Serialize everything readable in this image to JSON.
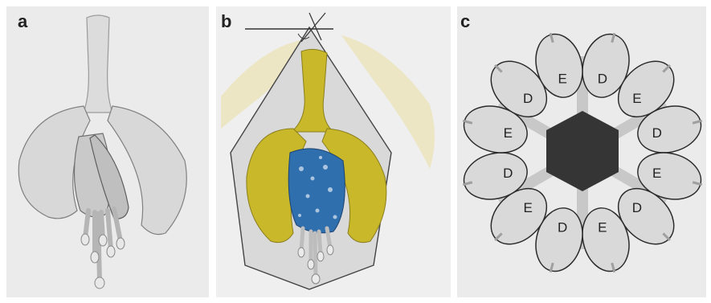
{
  "panels": {
    "a": {
      "letter": "a"
    },
    "b": {
      "letter": "b"
    },
    "c": {
      "letter": "c"
    }
  },
  "colors": {
    "background": "#ebebeb",
    "petal_gray": "#d6d6d6",
    "sepal_yellow": "#c9b82a",
    "petal_blue": "#2f6fae",
    "hexagon_fill": "#bdbdbd",
    "hexagon_dark": "#3a3a3a"
  },
  "ring_labels": [
    "D",
    "E",
    "D",
    "E",
    "D",
    "E",
    "D",
    "E",
    "D",
    "E",
    "D",
    "E"
  ]
}
